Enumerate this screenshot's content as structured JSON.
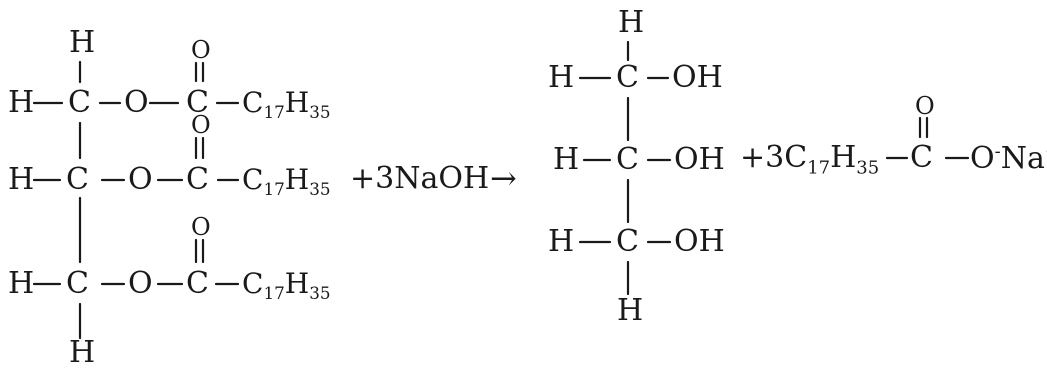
{
  "reaction": {
    "triglyceride": {
      "top_h": "H",
      "bottom_h": "H",
      "rows": [
        {
          "h": "H",
          "c": "C",
          "o": "O",
          "carbonyl_o": "O",
          "carbonyl_c": "C",
          "chain_c": "C",
          "chain_c_sub": "17",
          "chain_h": "H",
          "chain_h_sub": "35"
        },
        {
          "h": "H",
          "c": "C",
          "o": "O",
          "carbonyl_o": "O",
          "carbonyl_c": "C",
          "chain_c": "C",
          "chain_c_sub": "17",
          "chain_h": "H",
          "chain_h_sub": "35"
        },
        {
          "h": "H",
          "c": "C",
          "o": "O",
          "carbonyl_o": "O",
          "carbonyl_c": "C",
          "chain_c": "C",
          "chain_c_sub": "17",
          "chain_h": "H",
          "chain_h_sub": "35"
        }
      ]
    },
    "reagent": {
      "plus": "+",
      "coefficient": "3",
      "formula": "NaOH"
    },
    "arrow": "→",
    "glycerol": {
      "top_h": "H",
      "bottom_h": "H",
      "rows": [
        {
          "h": "H",
          "c": "C",
          "oh": "OH"
        },
        {
          "h": "H",
          "c": "C",
          "oh": "OH"
        },
        {
          "h": "H",
          "c": "C",
          "oh": "OH"
        }
      ]
    },
    "soap": {
      "plus": "+",
      "coefficient": "3",
      "chain_c": "C",
      "chain_c_sub": "17",
      "chain_h": "H",
      "chain_h_sub": "35",
      "carbonyl_o": "O",
      "carbonyl_c": "C",
      "o": "O",
      "o_charge": "-",
      "na": "Na",
      "na_charge": "+"
    }
  }
}
